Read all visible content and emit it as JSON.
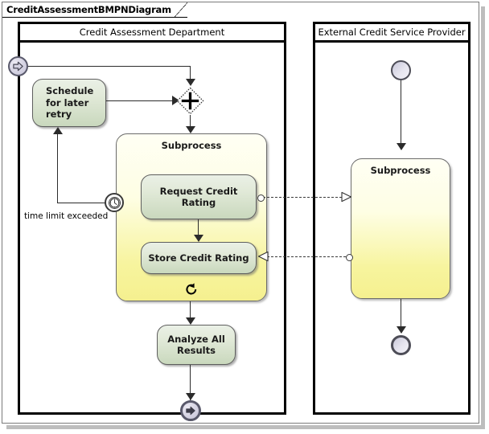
{
  "diagram": {
    "tab_title": "CreditAssessmentBMPNDiagram",
    "type": "bpmn-collaboration-diagram"
  },
  "pools": [
    {
      "id": "credit-assessment-department",
      "label": "Credit Assessment Department"
    },
    {
      "id": "external-credit-service-provider",
      "label": "External Credit Service Provider"
    }
  ],
  "nodes": {
    "start_signal": {
      "label": "",
      "icon": "signal-start-event-icon"
    },
    "schedule_retry": {
      "label": "Schedule\nfor later\nretry",
      "line1": "Schedule",
      "line2": "for later",
      "line3": "retry"
    },
    "parallel_gateway": {
      "label": "",
      "icon": "parallel-gateway-icon"
    },
    "left_subprocess": {
      "label": "Subprocess",
      "marker": "loop-marker-icon"
    },
    "request_credit_rating": {
      "label": "Request Credit Rating",
      "line1": "Request Credit",
      "line2": "Rating"
    },
    "store_credit_rating": {
      "label": "Store Credit Rating"
    },
    "timer_boundary": {
      "label": "",
      "icon": "timer-event-icon"
    },
    "analyze_all_results": {
      "label": "Analyze All Results",
      "line1": "Analyze All",
      "line2": "Results"
    },
    "end_signal": {
      "label": "",
      "icon": "signal-end-event-icon"
    },
    "right_start": {
      "label": "",
      "icon": "start-event-icon"
    },
    "right_subprocess": {
      "label": "Subprocess"
    },
    "right_end": {
      "label": "",
      "icon": "end-event-icon"
    }
  },
  "edges": [
    {
      "id": "timer-to-schedule",
      "label": "time limit exceeded"
    },
    {
      "id": "request-to-provider",
      "label": "",
      "kind": "message-flow"
    },
    {
      "id": "provider-to-store",
      "label": "",
      "kind": "message-flow"
    }
  ],
  "colors": {
    "task_fill_top": "#eaf0e6",
    "task_fill_bottom": "#c9d8bd",
    "subprocess_fill_top": "#fffff4",
    "subprocess_fill_bottom": "#f5f08f",
    "event_fill": "#d9d7e6",
    "pool_border": "#000000",
    "connector": "#2b2b2b",
    "canvas_bg": "#ffffff",
    "shadow": "#bdbdbd"
  }
}
